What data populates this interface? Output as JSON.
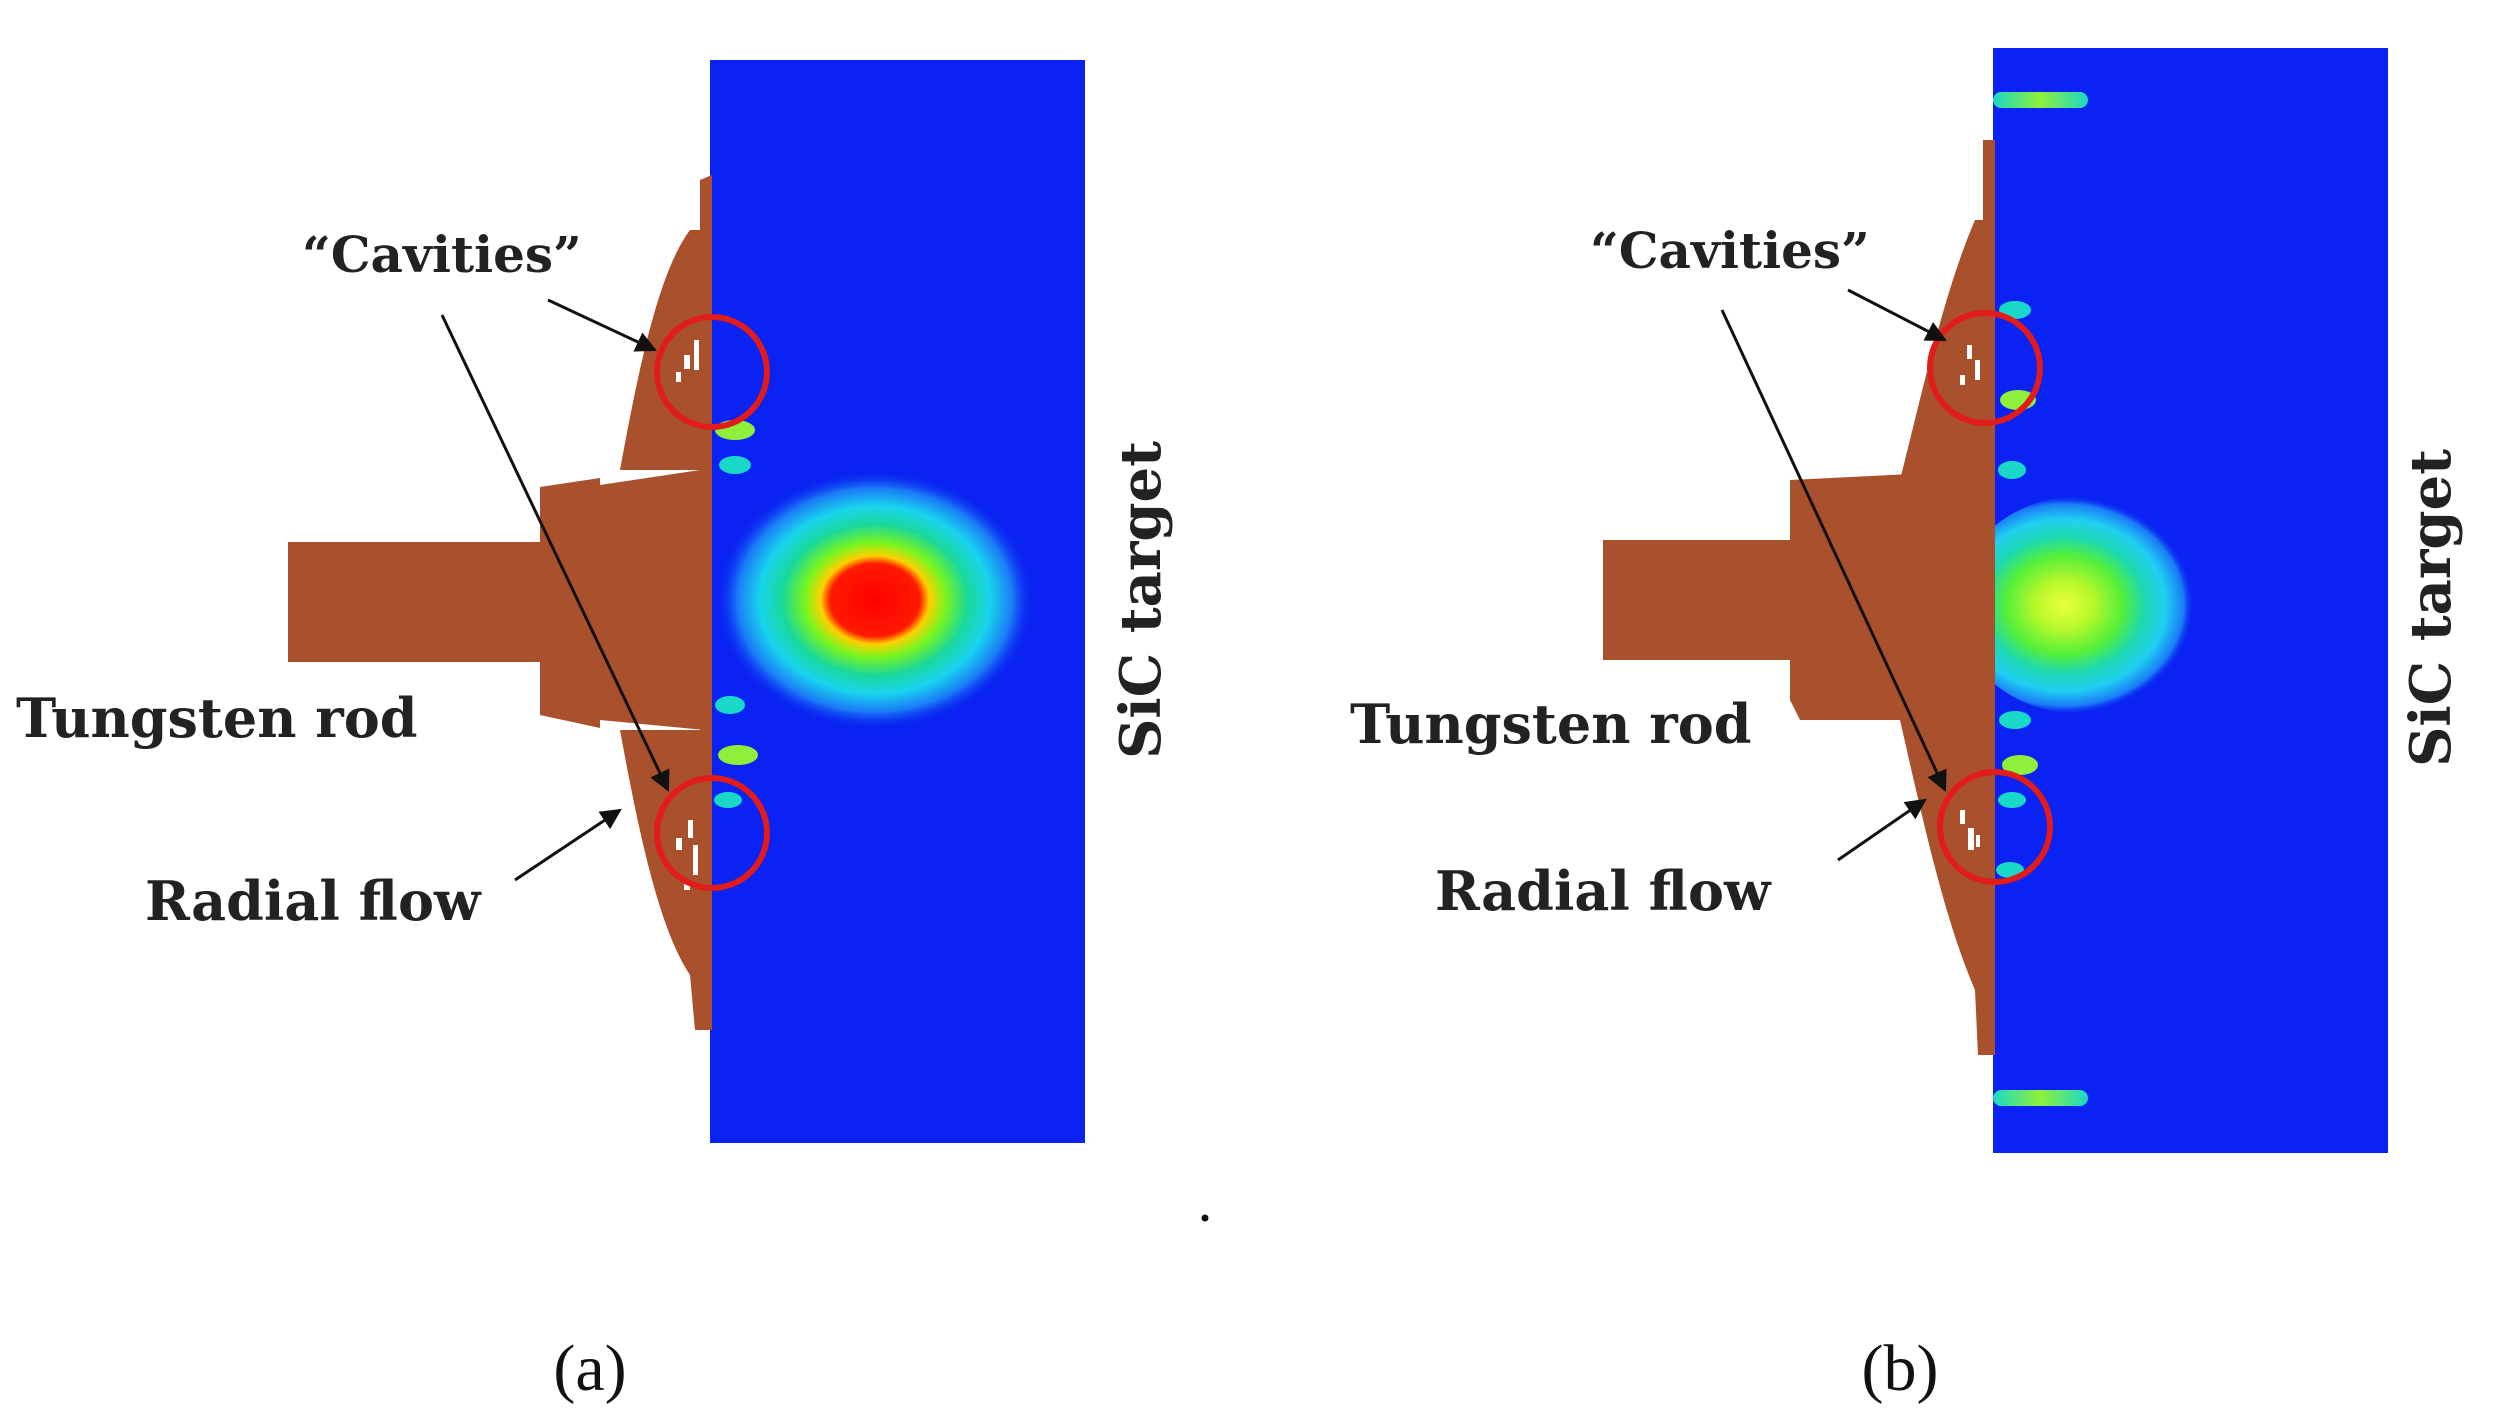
{
  "panels": [
    {
      "cavities_label": "“Cavities”",
      "rod_label": "Tungsten rod",
      "flow_label": "Radial flow",
      "target_label": "SiC target",
      "caption": "(a)"
    },
    {
      "cavities_label": "“Cavities”",
      "rod_label": "Tungsten rod",
      "flow_label": "Radial flow",
      "target_label": "SiC target",
      "caption": "(b)"
    }
  ],
  "colors": {
    "target": "#0a22f2",
    "rod": "#a9502d",
    "highlight_circle": "#e21b1b",
    "damage_high": "#ff1a00",
    "damage_mid": "#7af51e",
    "damage_low": "#18e6d9",
    "arrow": "#111111"
  }
}
